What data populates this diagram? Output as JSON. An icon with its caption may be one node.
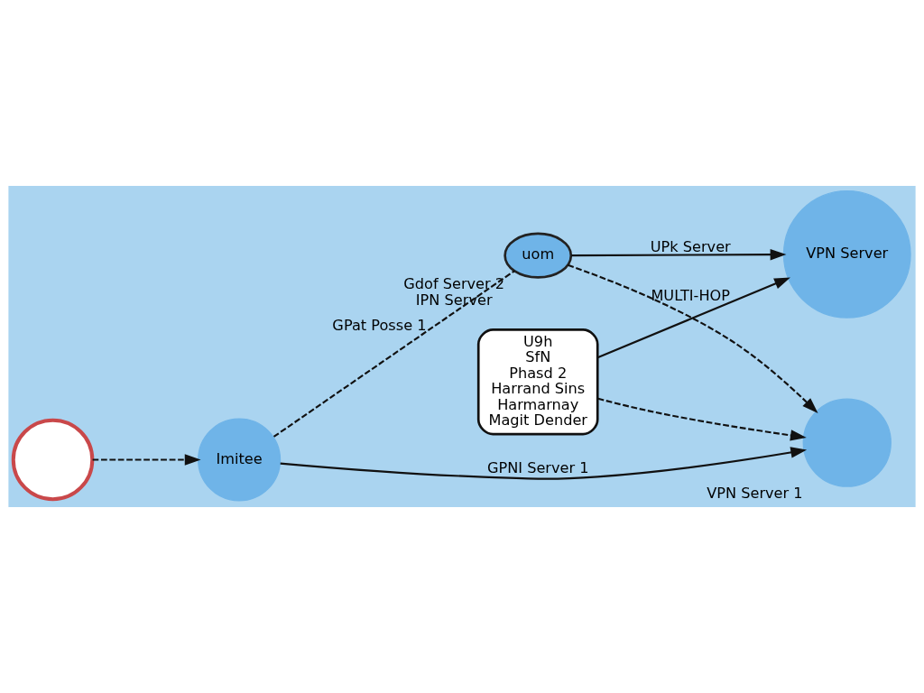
{
  "diagram": {
    "nodes": [
      {
        "text": [
          "U9h",
          "SfN",
          "Phasd 2",
          "Harrand Sins",
          "Harmarnay",
          "Magit Dender"
        ]
      },
      {
        "text": [],
        "shape": "circle"
      },
      {
        "text": [
          "Imitee"
        ]
      },
      {
        "text": [
          "VPN Server"
        ]
      },
      {
        "text": [
          "uom"
        ],
        "beside": [
          "Gdof Server 2",
          "IPN Server"
        ]
      },
      {
        "text": [],
        "shape": "circle",
        "beside": [
          "VPN Server 1"
        ]
      }
    ],
    "edges": [
      {
        "from": 0,
        "to": 3,
        "arrow": "to",
        "label": "MULTI-HOP"
      },
      {
        "from": 1,
        "to": 2,
        "arrow": "to",
        "style": "dashed"
      },
      {
        "from": 2,
        "to": 4,
        "arrow": "none",
        "style": "dashed",
        "label": "GPat Posse 1"
      },
      {
        "from": 4,
        "to": 3,
        "arrow": "to",
        "label": "UPk Server"
      },
      {
        "from": 2,
        "to": 5,
        "arrow": "to",
        "label": "GPNI Server 1"
      },
      {
        "from": 0,
        "to": 5,
        "arrow": "to",
        "style": "dashed"
      },
      {
        "from": 4,
        "to": 5,
        "arrow": "to",
        "style": "dashed"
      }
    ]
  }
}
